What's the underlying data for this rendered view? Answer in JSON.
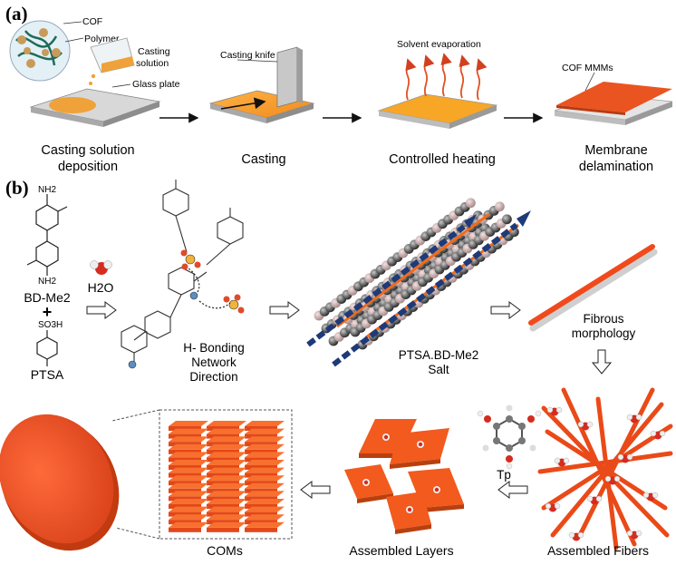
{
  "panel_a": {
    "label": "(a)",
    "callouts": {
      "cof": "COF",
      "polymer": "Polymer",
      "casting_solution": [
        "Casting",
        "solution"
      ],
      "glass_plate": "Glass plate",
      "casting_knife": "Casting knife",
      "solvent_evaporation": "Solvent evaporation",
      "cof_mmms": "COF MMMs"
    },
    "steps": [
      {
        "lines": [
          "Casting solution",
          "deposition"
        ]
      },
      {
        "lines": [
          "Casting"
        ]
      },
      {
        "lines": [
          "Controlled heating"
        ]
      },
      {
        "lines": [
          "Membrane",
          "delamination"
        ]
      }
    ]
  },
  "panel_b": {
    "label": "(b)",
    "reagents": {
      "nh2_top": "NH2",
      "nh2_bottom": "NH2",
      "bd_me2": "BD-Me2",
      "plus": "+",
      "so3h": "SO3H",
      "ptsa": "PTSA",
      "h2o": "H2O"
    },
    "captions": {
      "hbond": [
        "H- Bonding",
        "Network",
        "Direction"
      ],
      "salt": [
        "PTSA.BD-Me2",
        "Salt"
      ],
      "fibrous": [
        "Fibrous",
        "morphology"
      ],
      "tp": "Tp",
      "assembled_fibers": "Assembled Fibers",
      "assembled_layers": "Assembled Layers",
      "coms": "COMs"
    }
  },
  "colors": {
    "orange": "#f26a1b",
    "orange_dark": "#c84b10",
    "plate": "#cfcfcf",
    "navy": "#1e3a78",
    "sphere": "#4a4a4a"
  }
}
